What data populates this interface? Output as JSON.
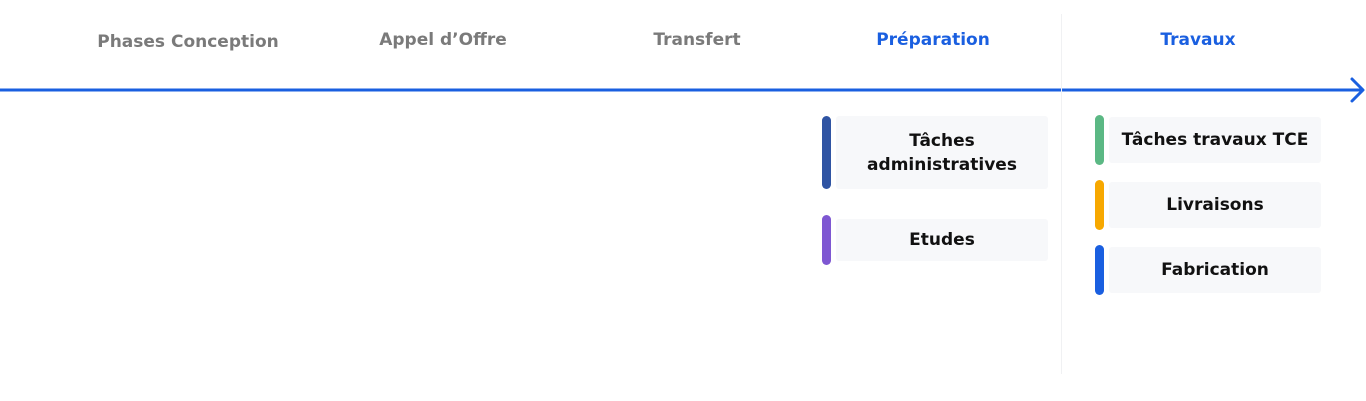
{
  "phases": [
    {
      "label": "Phases Conception",
      "active": false
    },
    {
      "label": "Appel d’Offre",
      "active": false
    },
    {
      "label": "Transfert",
      "active": false
    },
    {
      "label": "Préparation",
      "active": true
    },
    {
      "label": "Travaux",
      "active": true
    }
  ],
  "colors": {
    "timeline": "#1a5fe0",
    "inactive_label": "#7a7a7a",
    "active_label": "#1a5fe0"
  },
  "preparation_tasks": [
    {
      "label": "Tâches\nadministratives",
      "color": "#2f54a3"
    },
    {
      "label": "Etudes",
      "color": "#7e57d2"
    }
  ],
  "travaux_tasks": [
    {
      "label": "Tâches travaux  TCE",
      "color": "#5bb884"
    },
    {
      "label": "Livraisons",
      "color": "#f7a800"
    },
    {
      "label": "Fabrication",
      "color": "#1a5fe0"
    }
  ]
}
